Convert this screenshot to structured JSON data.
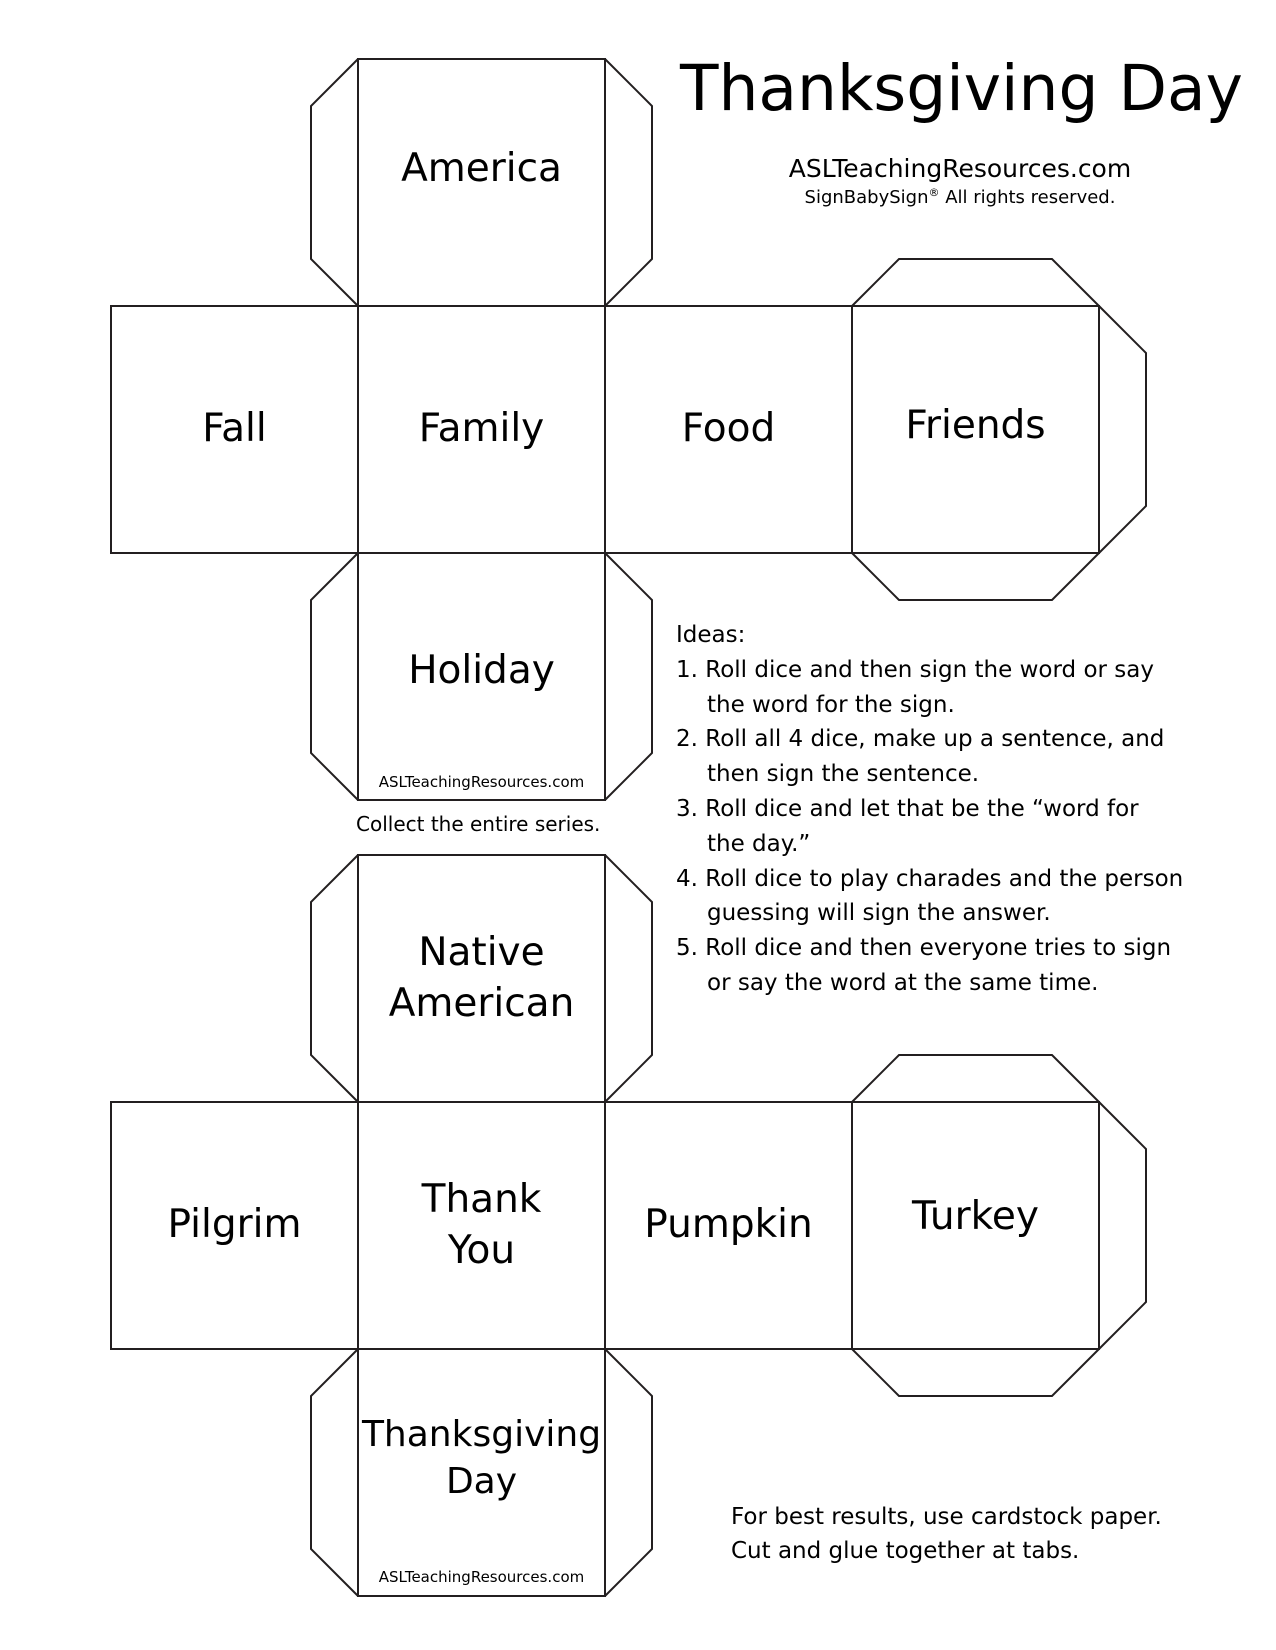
{
  "header": {
    "title": "Thanksgiving Day",
    "site": "ASLTeachingResources.com",
    "rights_brand": "SignBabySign",
    "rights_mark": "®",
    "rights_text": " All rights reserved."
  },
  "dice": [
    {
      "top": "America",
      "row": [
        "Fall",
        "Family",
        "Food",
        "Friends"
      ],
      "bottom": "Holiday",
      "credit": "ASLTeachingResources.com"
    },
    {
      "top": "Native American",
      "row": [
        "Pilgrim",
        "Thank You",
        "Pumpkin",
        "Turkey"
      ],
      "bottom": "Thanksgiving Day",
      "credit": "ASLTeachingResources.com"
    }
  ],
  "collect_note": "Collect the entire series.",
  "ideas": {
    "heading": "Ideas:",
    "lines": [
      "1.  Roll dice and then sign the word or say",
      "the word for the sign.",
      "2.  Roll all 4 dice, make up a sentence, and",
      " then sign the sentence.",
      "3.  Roll dice and let that be the “word for",
      "the day.”",
      "4.  Roll dice to play charades and the person",
      "guessing will sign the answer.",
      "5.  Roll dice and then everyone tries to sign",
      "or say the word at the same time."
    ]
  },
  "tips": [
    "For best results, use cardstock paper.",
    "Cut and glue together at tabs."
  ]
}
